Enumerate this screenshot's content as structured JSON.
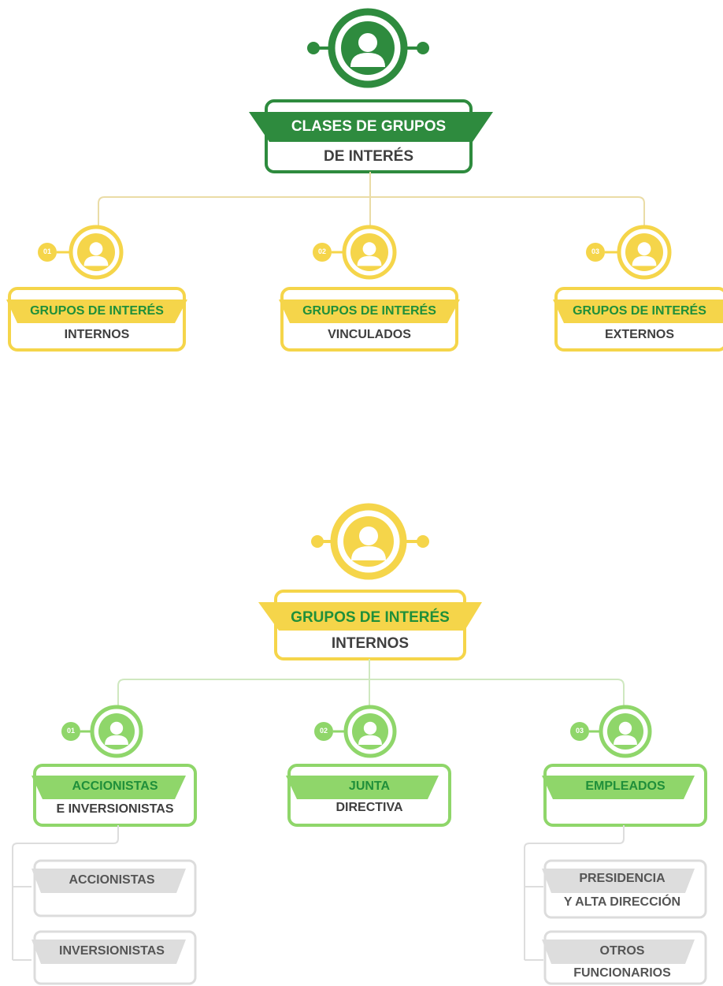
{
  "top": {
    "title_line1": "CLASES DE GRUPOS",
    "title_line2": "DE INTERÉS",
    "groups": [
      {
        "number": "01",
        "line1": "GRUPOS DE INTERÉS",
        "line2": "INTERNOS"
      },
      {
        "number": "02",
        "line1": "GRUPOS DE INTERÉS",
        "line2": "VINCULADOS"
      },
      {
        "number": "03",
        "line1": "GRUPOS DE INTERÉS",
        "line2": "EXTERNOS"
      }
    ]
  },
  "bottom": {
    "title_line1": "GRUPOS DE INTERÉS",
    "title_line2": "INTERNOS",
    "groups": [
      {
        "number": "01",
        "line1": "ACCIONISTAS",
        "line2": "E INVERSIONISTAS"
      },
      {
        "number": "02",
        "line1": "JUNTA",
        "line2": "DIRECTIVA"
      },
      {
        "number": "03",
        "line1": "EMPLEADOS",
        "line2": ""
      }
    ],
    "sub_left": [
      "ACCIONISTAS",
      "INVERSIONISTAS"
    ],
    "sub_right": [
      {
        "line1": "PRESIDENCIA",
        "line2": "Y ALTA DIRECCIÓN"
      },
      {
        "line1": "OTROS",
        "line2": "FUNCIONARIOS"
      }
    ]
  },
  "colors": {
    "green": "#2e8b3e",
    "yellow": "#f5d54a",
    "light_green": "#8fd66a",
    "gray": "#d9d9d9"
  }
}
